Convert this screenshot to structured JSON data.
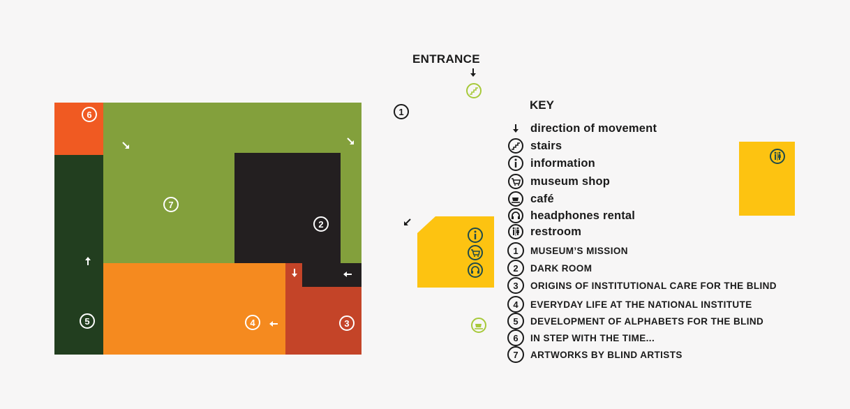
{
  "entrance_label": "ENTRANCE",
  "key": {
    "title": "KEY",
    "symbols": [
      {
        "icon": "down-arrow-icon",
        "label": "direction of movement"
      },
      {
        "icon": "stairs-icon",
        "label": "stairs"
      },
      {
        "icon": "information-icon",
        "label": "information"
      },
      {
        "icon": "cart-icon",
        "label": "museum shop"
      },
      {
        "icon": "coffee-cup-icon",
        "label": "café"
      },
      {
        "icon": "headphones-icon",
        "label": "headphones rental"
      },
      {
        "icon": "restroom-icon",
        "label": "restroom"
      }
    ],
    "rooms": [
      {
        "number": "1",
        "label": "MUSEUM’S MISSION"
      },
      {
        "number": "2",
        "label": "DARK ROOM"
      },
      {
        "number": "3",
        "label": "ORIGINS OF INSTITUTIONAL CARE FOR THE BLIND"
      },
      {
        "number": "4",
        "label": "EVERYDAY LIFE AT THE NATIONAL INSTITUTE"
      },
      {
        "number": "5",
        "label": "DEVELOPMENT OF ALPHABETS FOR THE BLIND"
      },
      {
        "number": "6",
        "label": "IN STEP WITH THE TIME..."
      },
      {
        "number": "7",
        "label": "ARTWORKS BY BLIND ARTISTS"
      }
    ]
  },
  "map": {
    "room_numbers": {
      "r1": "1",
      "r2": "2",
      "r3": "3",
      "r4": "4",
      "r5": "5",
      "r6": "6",
      "r7": "7"
    },
    "colors": {
      "room7": "#83a03c",
      "room6": "#f05a22",
      "room5": "#223e1f",
      "room4": "#f58a1f",
      "room3": "#c44428",
      "room2": "#231f20",
      "service": "#fdc311",
      "lime": "#a7c93a"
    }
  }
}
